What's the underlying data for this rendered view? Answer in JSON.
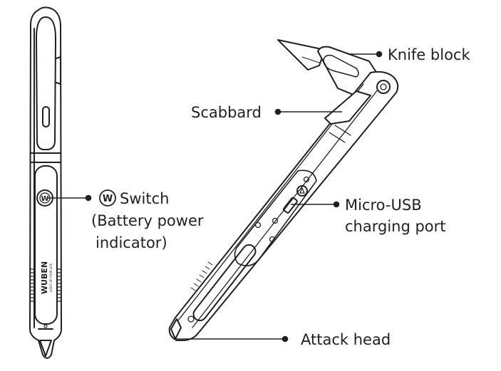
{
  "labels": {
    "knife_block": "Knife block",
    "scabbard": "Scabbard",
    "switch": "Switch",
    "switch_detail_line1": "(Battery power",
    "switch_detail_line2": "indicator)",
    "usb_line1": "Micro-USB",
    "usb_line2": "charging port",
    "attack_head": "Attack head"
  },
  "switch_icon_letter": "W",
  "brand": {
    "name": "WUBEN",
    "tagline": "LIGHT UP YOUR LIFE"
  },
  "colors": {
    "line": "#231f20",
    "background": "#ffffff"
  }
}
